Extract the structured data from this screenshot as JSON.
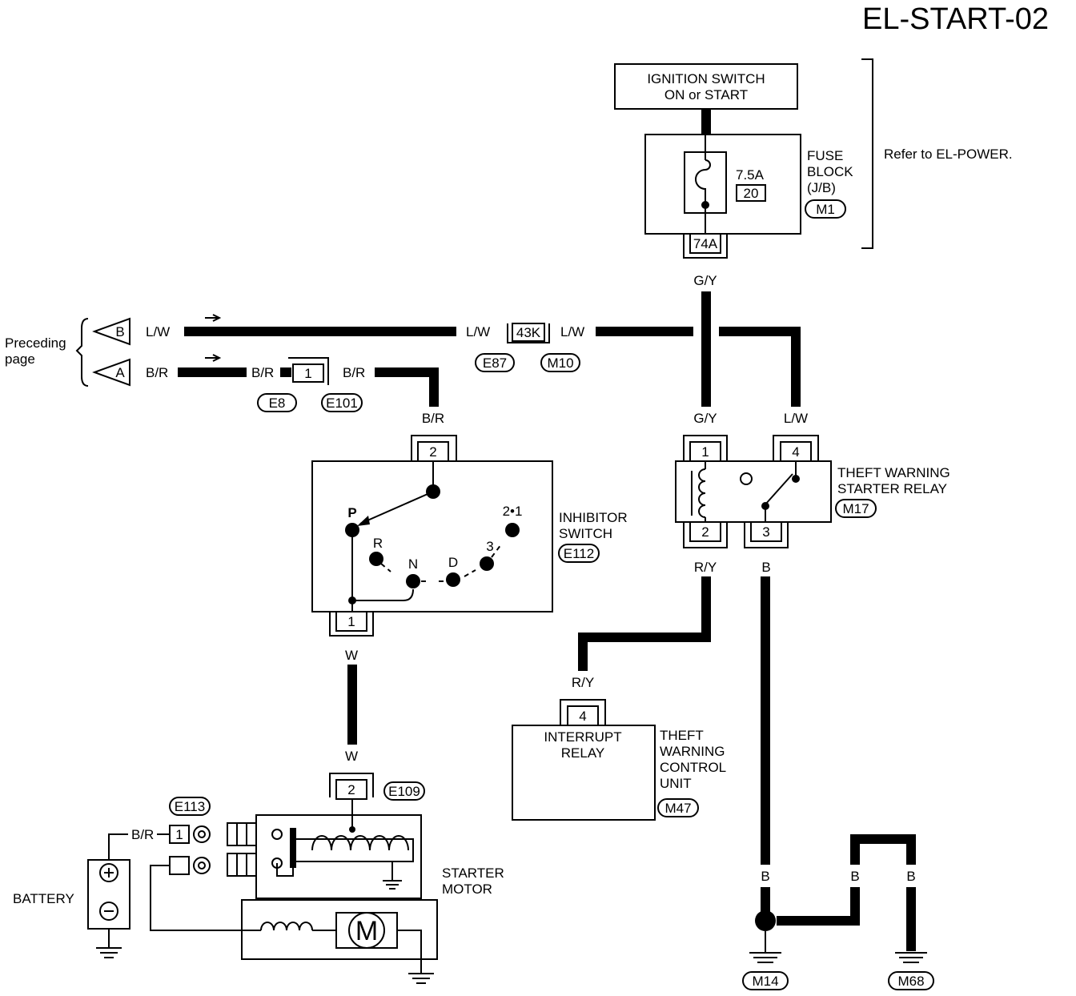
{
  "title": "EL-START-02",
  "ignition_switch": {
    "line1": "IGNITION SWITCH",
    "line2": "ON or START"
  },
  "fuse_block": {
    "rating": "7.5A",
    "fuse_no": "20",
    "label1": "FUSE",
    "label2": "BLOCK",
    "label3": "(J/B)",
    "connector": "M1",
    "terminal": "74A"
  },
  "refer_note": "Refer to EL-POWER.",
  "preceding_page": {
    "line1": "Preceding",
    "line2": "page",
    "conn_b": "B",
    "conn_a": "A"
  },
  "wires": {
    "gy": "G/Y",
    "lw": "L/W",
    "br": "B/R",
    "w": "W",
    "ry": "R/Y",
    "b": "B"
  },
  "connectors": {
    "j43k": "43K",
    "e87": "E87",
    "m10": "M10",
    "j1": "1",
    "e8": "E8",
    "e101": "E101",
    "e109": "E109",
    "e113": "E113",
    "m14": "M14",
    "m68": "M68"
  },
  "inhibitor_switch": {
    "label1": "INHIBITOR",
    "label2": "SWITCH",
    "connector": "E112",
    "term_top": "2",
    "term_bottom": "1",
    "positions": {
      "p": "P",
      "r": "R",
      "n": "N",
      "d": "D",
      "three": "3",
      "twoone": "2•1"
    }
  },
  "theft_relay": {
    "label1": "THEFT WARNING",
    "label2": "STARTER RELAY",
    "connector": "M17",
    "t1": "1",
    "t2": "2",
    "t3": "3",
    "t4": "4"
  },
  "interrupt_relay": {
    "line1": "INTERRUPT",
    "line2": "RELAY",
    "terminal": "4",
    "unit1": "THEFT",
    "unit2": "WARNING",
    "unit3": "CONTROL",
    "unit4": "UNIT",
    "connector": "M47"
  },
  "starter_motor": {
    "label1": "STARTER",
    "label2": "MOTOR",
    "terminal": "2",
    "motor": "M",
    "b_term": "1"
  },
  "battery": {
    "label": "BATTERY"
  }
}
